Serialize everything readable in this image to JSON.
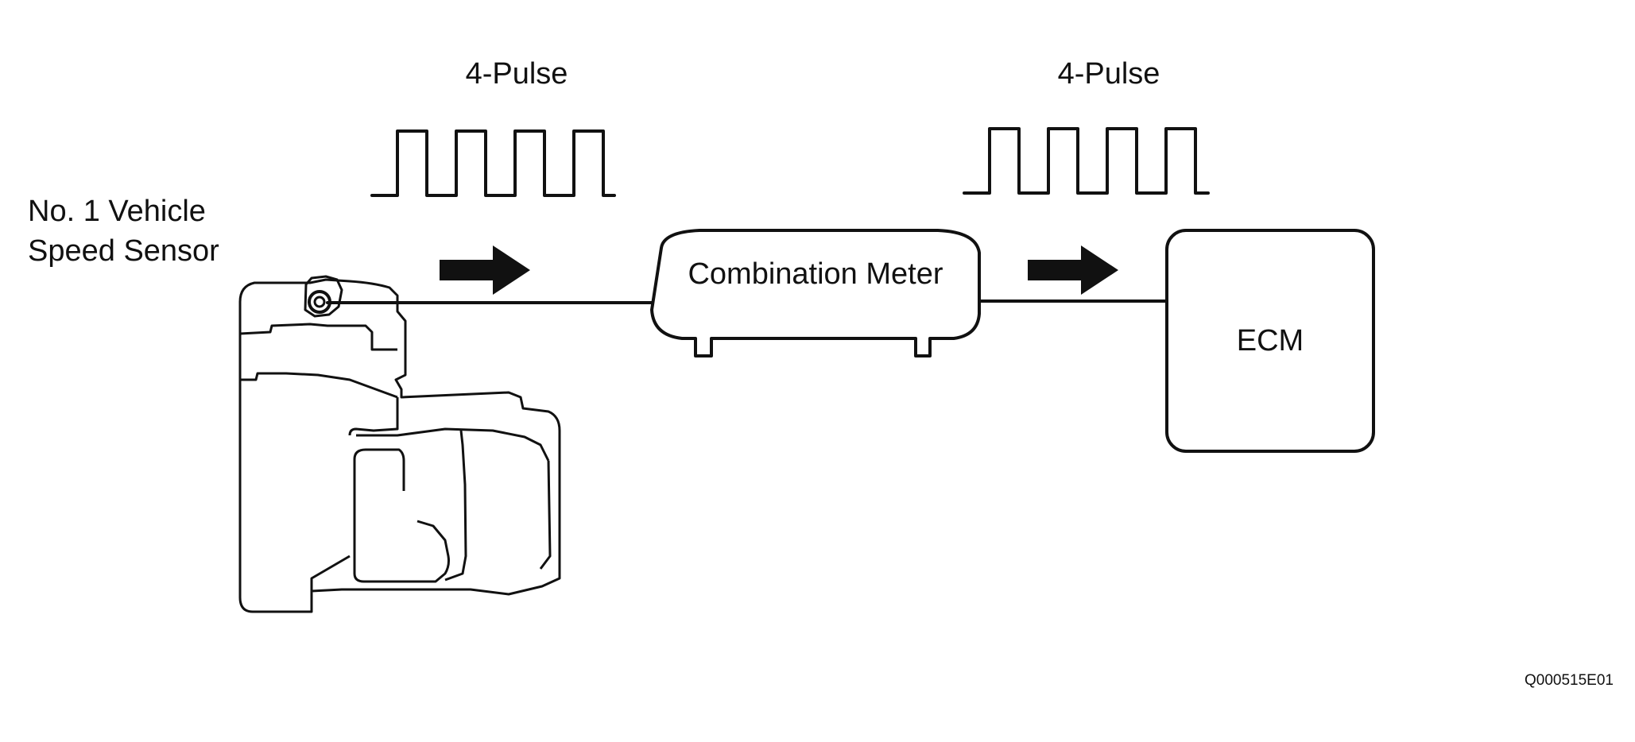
{
  "pulse_left": {
    "label": "4-Pulse",
    "pulses": 4
  },
  "pulse_right": {
    "label": "4-Pulse",
    "pulses": 4
  },
  "sensor": {
    "line1": "No. 1 Vehicle",
    "line2": "Speed Sensor"
  },
  "combination_meter": {
    "label": "Combination Meter"
  },
  "ecm": {
    "label": "ECM"
  },
  "figure_code": "Q000515E01",
  "colors": {
    "ink": "#111111",
    "background": "#ffffff"
  }
}
